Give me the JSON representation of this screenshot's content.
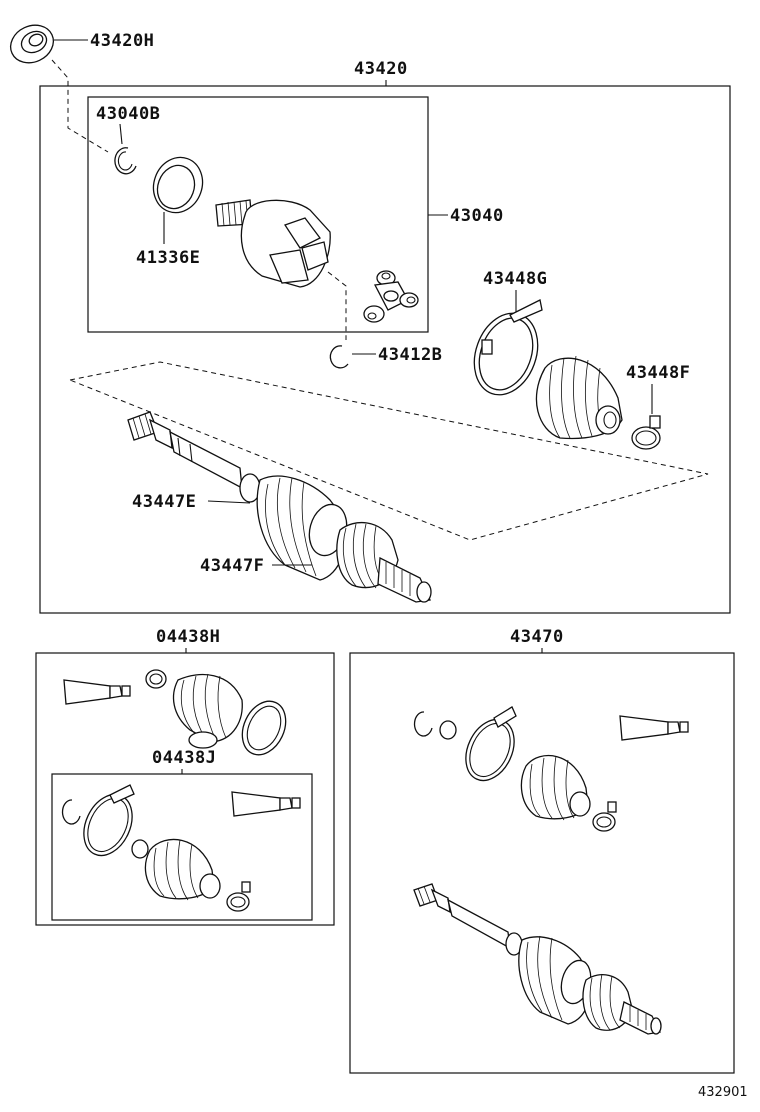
{
  "labels": {
    "p43420H": "43420H",
    "p43420": "43420",
    "p43040B": "43040B",
    "p43040": "43040",
    "p41336E": "41336E",
    "p43412B": "43412B",
    "p43448G": "43448G",
    "p43448F": "43448F",
    "p43447E": "43447E",
    "p43447F": "43447F",
    "p04438H": "04438H",
    "p04438J": "04438J",
    "p43470": "43470"
  },
  "figure_id": "432901"
}
